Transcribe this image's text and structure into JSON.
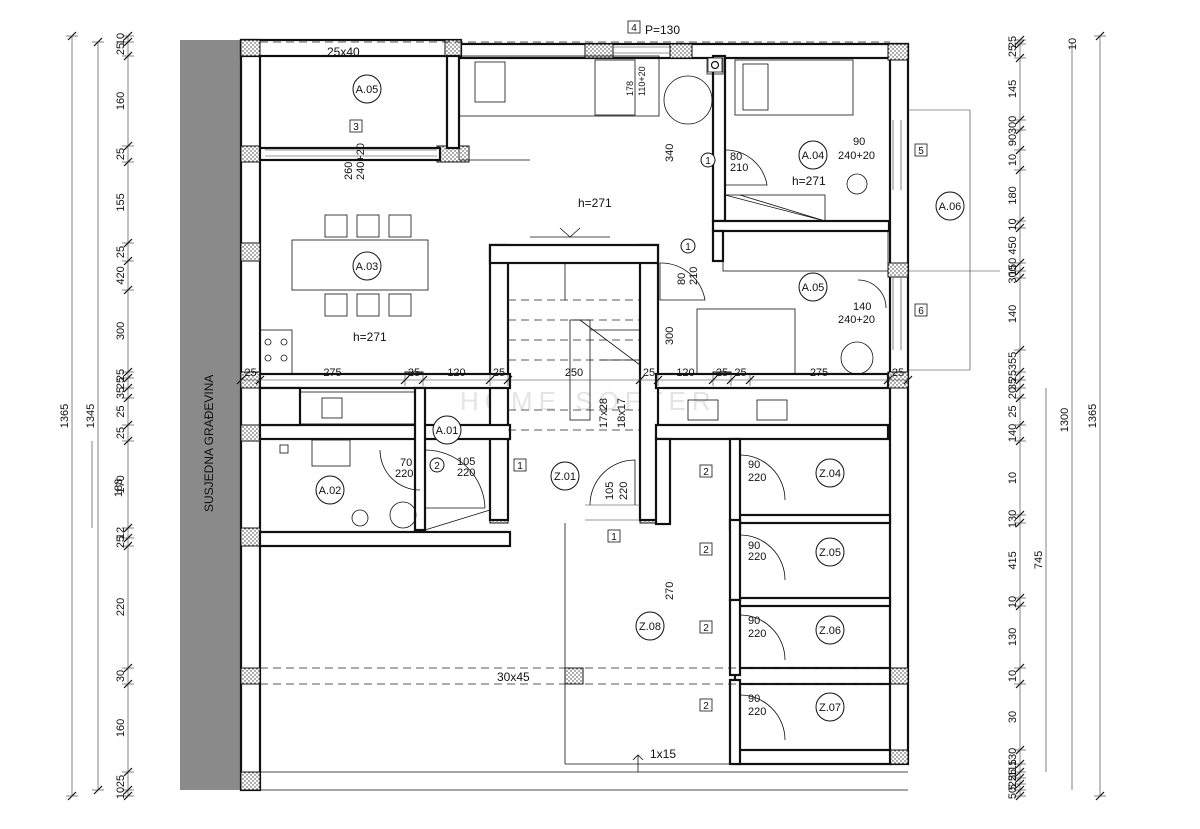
{
  "drawing": {
    "neighbour_label": "SUSJEDNA GRAĐEVINA",
    "watermark": "HOME SOFTER"
  },
  "rooms": [
    {
      "id": "A.05",
      "key": "a05_top"
    },
    {
      "id": "A.04",
      "key": "a04"
    },
    {
      "id": "A.06",
      "key": "a06"
    },
    {
      "id": "A.03",
      "key": "a03"
    },
    {
      "id": "A.05",
      "key": "a05_right"
    },
    {
      "id": "A.01",
      "key": "a01"
    },
    {
      "id": "A.02",
      "key": "a02"
    },
    {
      "id": "Z.01",
      "key": "z01"
    },
    {
      "id": "Z.04",
      "key": "z04"
    },
    {
      "id": "Z.05",
      "key": "z05"
    },
    {
      "id": "Z.06",
      "key": "z06"
    },
    {
      "id": "Z.07",
      "key": "z07"
    },
    {
      "id": "Z.08",
      "key": "z08"
    }
  ],
  "labels": {
    "beam_top": "25x40",
    "beam_bottom": "30x45",
    "parapet": "P=130",
    "h_living": "h=271",
    "h_hall": "h=271",
    "h_room": "h=271",
    "stairs": "17x28",
    "stairs2": "18x17",
    "shaft": "1x15",
    "dim_340": "340",
    "dim_270": "270",
    "dim_300_stair": "300",
    "bath_178": "178",
    "bath_110": "110+20"
  },
  "openings": [
    {
      "tag": "3",
      "w": "260",
      "h": "240+20"
    },
    {
      "tag": "4",
      "w": "",
      "h": ""
    },
    {
      "tag": "5",
      "w": "90",
      "h": "240+20"
    },
    {
      "tag": "6",
      "w": "140",
      "h": "240+20"
    },
    {
      "tag": "1",
      "w": "80",
      "h": "210"
    },
    {
      "tag": "1",
      "w": "80",
      "h": "210"
    },
    {
      "tag": "2",
      "w": "70",
      "h": "220"
    },
    {
      "tag": "1",
      "w": "105",
      "h": "220"
    },
    {
      "tag": "1",
      "w": "105",
      "h": "220"
    },
    {
      "tag": "2",
      "w": "90",
      "h": "220"
    },
    {
      "tag": "2",
      "w": "90",
      "h": "220"
    },
    {
      "tag": "2",
      "w": "90",
      "h": "220"
    },
    {
      "tag": "2",
      "w": "90",
      "h": "220"
    }
  ],
  "dims_left_inner": [
    "10",
    "25",
    "160",
    "25",
    "155",
    "25",
    "420",
    "300",
    "25",
    "25",
    "35",
    "25",
    "25",
    "170",
    "12",
    "25",
    "220",
    "30",
    "160",
    "25",
    "10"
  ],
  "dims_left_outer": [
    "1365",
    "1345",
    "183"
  ],
  "dims_right_inner": [
    "25",
    "25",
    "145",
    "300",
    "90",
    "10",
    "180",
    "10",
    "450",
    "150",
    "300",
    "140",
    "355",
    "25",
    "35",
    "20",
    "25",
    "140",
    "10",
    "130",
    "415",
    "10",
    "130",
    "10",
    "30",
    "130",
    "115",
    "25",
    "25",
    "5",
    "50"
  ],
  "dims_right_outer": [
    "10",
    "1300",
    "745",
    "1365"
  ],
  "dims_middle_row": [
    "25",
    "275",
    "25",
    "120",
    "25",
    "250",
    "25",
    "120",
    "25",
    "25",
    "275",
    "25"
  ]
}
